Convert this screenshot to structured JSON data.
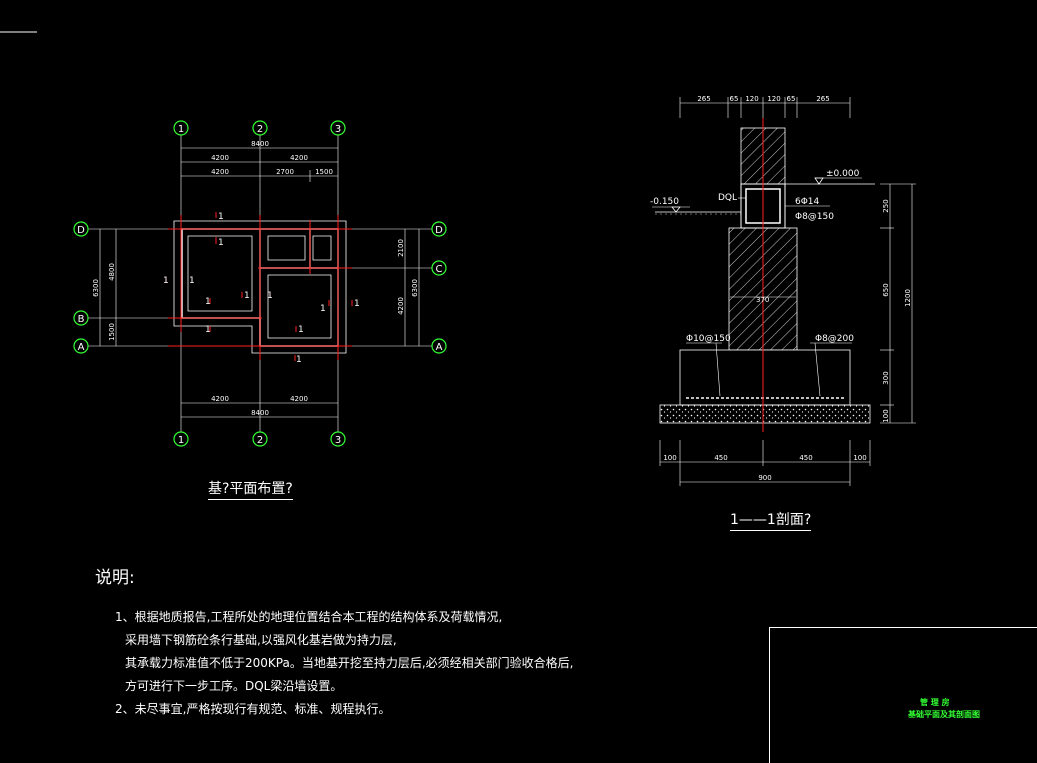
{
  "plan": {
    "title": "基?平面布置?",
    "axes_top": [
      "1",
      "2",
      "3"
    ],
    "axes_bottom": [
      "1",
      "2",
      "3"
    ],
    "axes_left": [
      "D",
      "B",
      "A"
    ],
    "axes_right": [
      "D",
      "C",
      "A"
    ],
    "dims_top": {
      "total": "8400",
      "row1": [
        "4200",
        "4200"
      ],
      "row2": [
        "4200",
        "2700",
        "1500"
      ]
    },
    "dims_bottom": {
      "row1": [
        "4200",
        "4200"
      ],
      "total": "8400"
    },
    "dims_left": {
      "total": "6300",
      "row1": "4800",
      "row2": "1500"
    },
    "dims_right": {
      "total": "6300",
      "row1": "2100",
      "row2": "4200"
    },
    "section_mark": "1"
  },
  "section": {
    "title": "1——1剖面?",
    "top_dims": [
      "265",
      "65",
      "120",
      "120",
      "65",
      "265"
    ],
    "elev_zero": "±0.000",
    "elev_neg": "-0.150",
    "beam_label": "DQL",
    "rebar_main": "6Φ14",
    "rebar_stirrup": "Φ8@150",
    "width_label": "370",
    "rebar_bottom_left": "Φ10@150",
    "rebar_bottom_right": "Φ8@200",
    "right_dims": [
      "250",
      "650",
      "300",
      "100"
    ],
    "right_total": "1200",
    "bottom_dims": [
      "100",
      "450",
      "450",
      "100"
    ],
    "bottom_total": "900"
  },
  "notes": {
    "heading": "说明:",
    "lines": [
      "1、根据地质报告,工程所处的地理位置结合本工程的结构体系及荷载情况,",
      "采用墙下钢筋砼条行基础,以强风化基岩做为持力层,",
      "其承载力标准值不低于200KPa。当地基开挖至持力层后,必须经相关部门验收合格后,",
      "方可进行下一步工序。DQL梁沿墙设置。",
      "2、未尽事宜,严格按现行有规范、标准、规程执行。"
    ]
  },
  "title_block": {
    "project": "管 理 房",
    "drawing": "基础平面及其剖面图"
  },
  "colors": {
    "background": "#000000",
    "line": "#ffffff",
    "axis_circle": "#33ff33",
    "center_line": "#ff2020",
    "title_text": "#33ff33"
  }
}
